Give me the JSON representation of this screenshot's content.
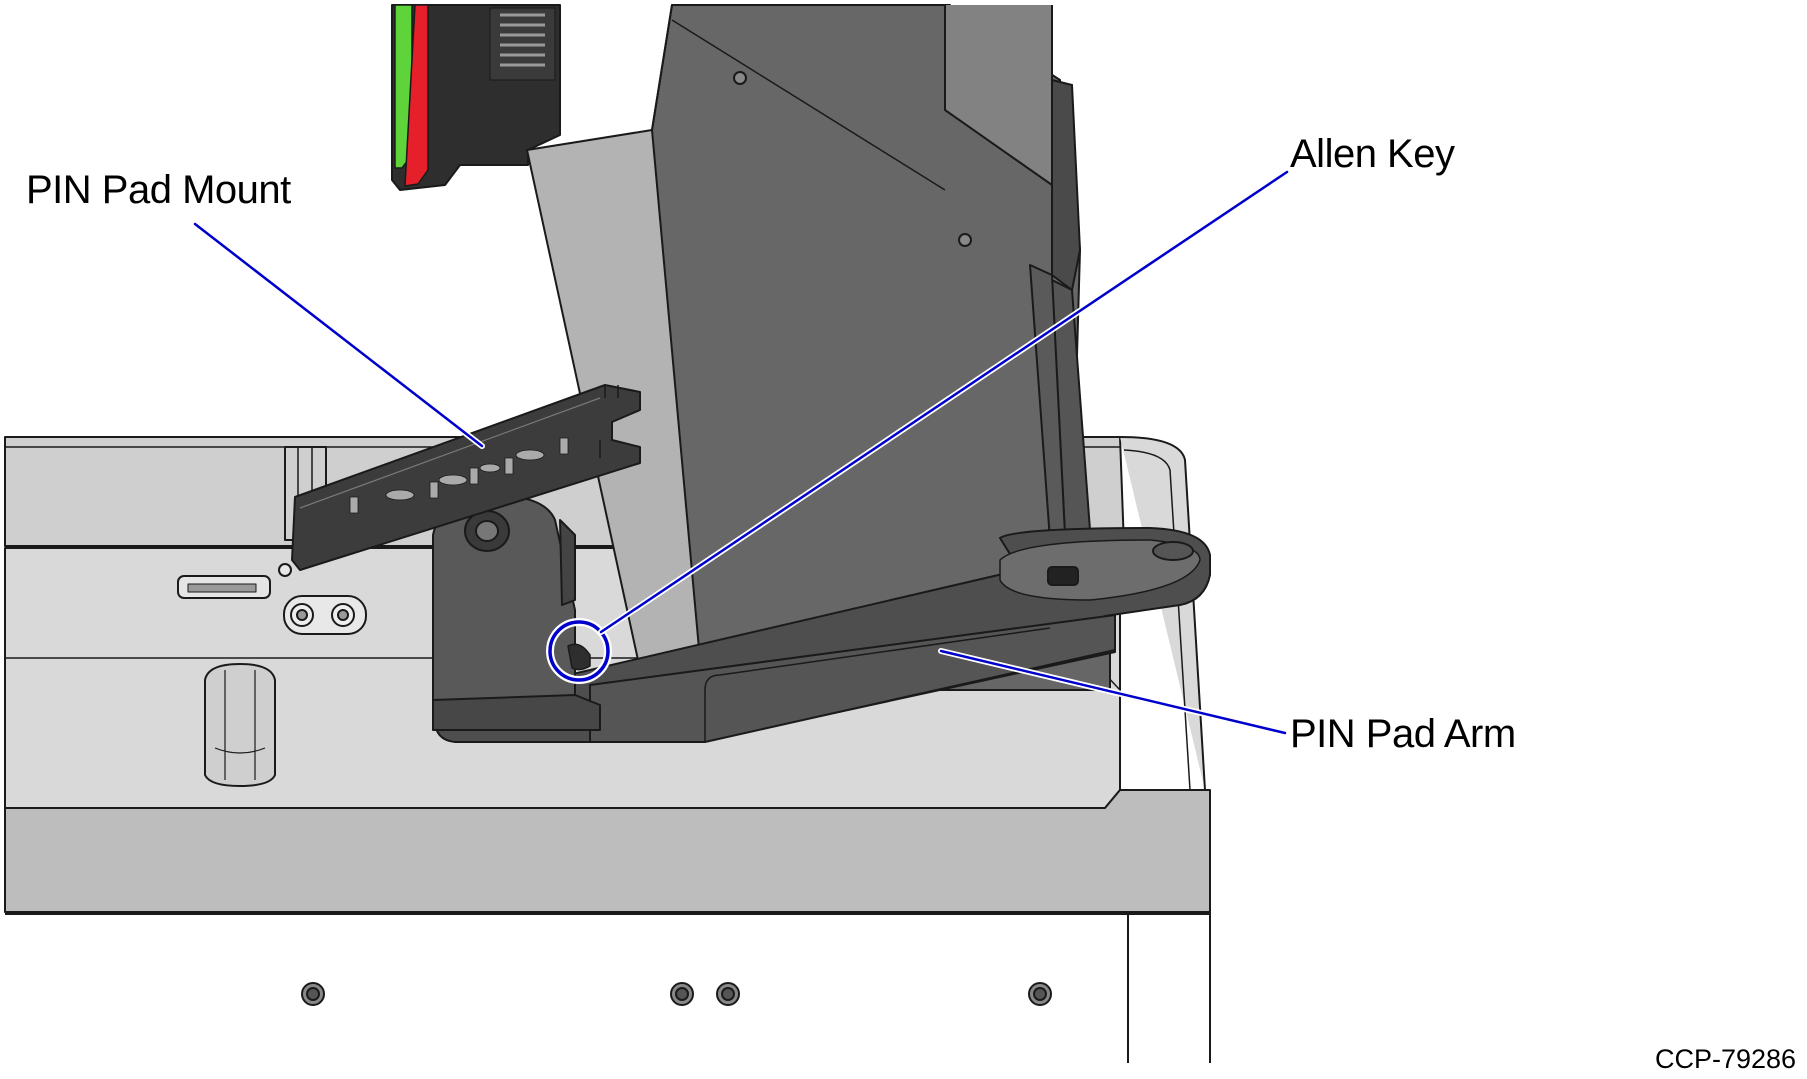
{
  "callouts": {
    "pin_pad_mount": "PIN Pad Mount",
    "allen_key": "Allen Key",
    "pin_pad_arm": "PIN Pad Arm"
  },
  "figure_id": "CCP-79286",
  "colors": {
    "leader_line": "#0000cc",
    "pole_dark": "#676767",
    "pole_light": "#b3b3b3",
    "counter_top": "#dadada",
    "counter_front": "#bebebe",
    "arm": "#4e4e4e",
    "display_accent_red": "#e5202a",
    "display_accent_green": "#5fd33a"
  }
}
